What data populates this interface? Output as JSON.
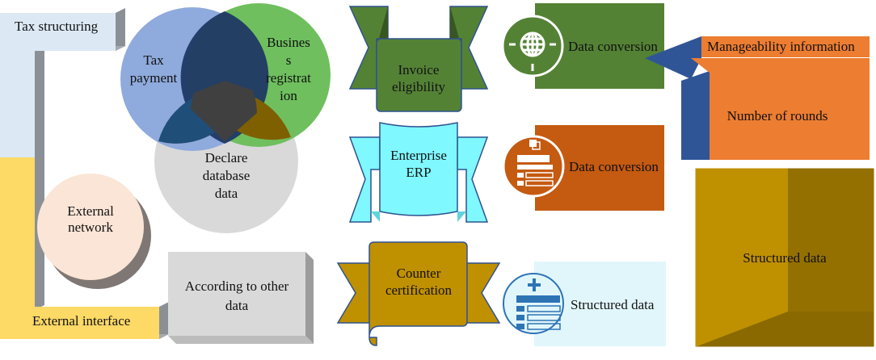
{
  "left_panel": {
    "tax_structuring": "Tax structuring",
    "external_network": [
      "External",
      "network"
    ],
    "external_interface": "External interface",
    "according_to_other_data": [
      "According to other",
      "data"
    ]
  },
  "venn": {
    "tax_payment": [
      "Tax",
      "payment"
    ],
    "business_registration": [
      "Busines",
      "s",
      "registrat",
      "ion"
    ],
    "declare_database_data": [
      "Declare",
      "database",
      "data"
    ]
  },
  "ribbons": {
    "invoice_eligibility": [
      "Invoice",
      "eligibility"
    ],
    "enterprise_erp": [
      "Enterprise",
      "ERP"
    ],
    "counter_certification": [
      "Counter",
      "certification"
    ]
  },
  "icon_cards": {
    "data_conversion_1": "Data conversion",
    "data_conversion_2": "Data conversion",
    "structured_data": "Structured data"
  },
  "right_panel": {
    "manageability_information": "Manageability information",
    "number_of_rounds": "Number of rounds",
    "structured_data": "Structured data"
  },
  "colors": {
    "light_blue": "#dce9f5",
    "yellow": "#fdd966",
    "green_dark": "#548235",
    "orange_dark": "#c55a11",
    "orange": "#ed7d31",
    "gold": "#bf9000",
    "cyan": "#7ff8ff"
  }
}
